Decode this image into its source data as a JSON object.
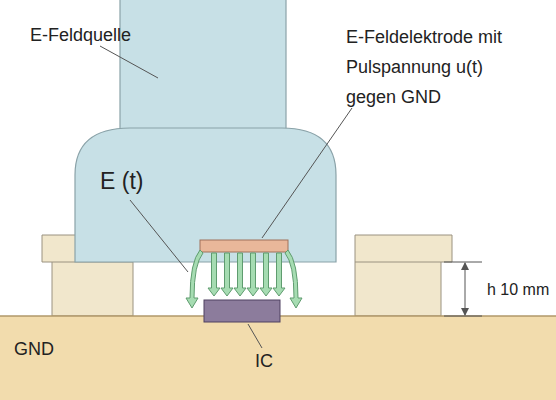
{
  "diagram": {
    "nodes": [
      {
        "text": [
          "GND"
        ]
      }
    ],
    "labels": [
      "E-Feldquelle",
      "E-Feldelektrode mit Pulspannung u(t) gegen GND",
      "E (t)",
      "h 10 mm",
      "IC"
    ]
  }
}
